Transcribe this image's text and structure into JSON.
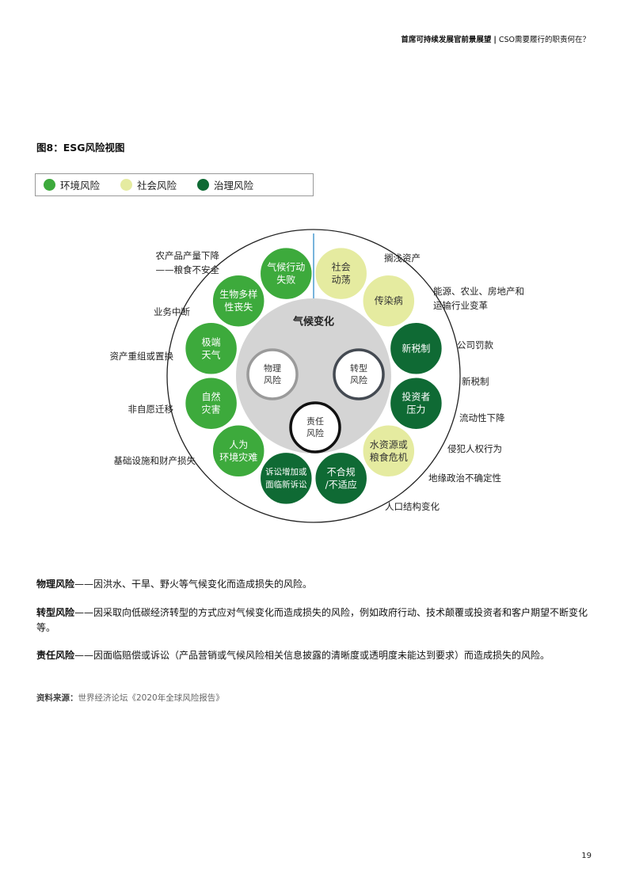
{
  "header": {
    "left": "首席可持续发展官前景展望",
    "sep": "|",
    "right": "CSO需要履行的职责何在？"
  },
  "figure": {
    "title": "图8：ESG风险视图",
    "legend": [
      {
        "label": "环境风险",
        "color": "#3daa3c"
      },
      {
        "label": "社会风险",
        "color": "#e5eba0"
      },
      {
        "label": "治理风险",
        "color": "#0f6a34"
      }
    ],
    "center": {
      "title": "气候变化",
      "physical": [
        "物理",
        "风险"
      ],
      "transition": [
        "转型",
        "风险"
      ],
      "liability": [
        "责任",
        "风险"
      ]
    },
    "ring": [
      {
        "lines": [
          "气候行动",
          "失败"
        ],
        "type": "env"
      },
      {
        "lines": [
          "社会",
          "动荡"
        ],
        "type": "soc"
      },
      {
        "lines": [
          "传染病"
        ],
        "type": "soc"
      },
      {
        "lines": [
          "新税制"
        ],
        "type": "gov"
      },
      {
        "lines": [
          "投资者",
          "压力"
        ],
        "type": "gov"
      },
      {
        "lines": [
          "水资源或",
          "粮食危机"
        ],
        "type": "soc"
      },
      {
        "lines": [
          "不合规",
          "/不适应"
        ],
        "type": "gov"
      },
      {
        "lines": [
          "诉讼增加或",
          "面临新诉讼"
        ],
        "type": "gov"
      },
      {
        "lines": [
          "人为",
          "环境灾难"
        ],
        "type": "env"
      },
      {
        "lines": [
          "自然",
          "灾害"
        ],
        "type": "env"
      },
      {
        "lines": [
          "极端",
          "天气"
        ],
        "type": "env"
      },
      {
        "lines": [
          "生物多样",
          "性丧失"
        ],
        "type": "env"
      }
    ],
    "outer_labels": [
      {
        "lines": [
          "农产品产量下降",
          "——粮食不安全"
        ]
      },
      {
        "lines": [
          "业务中断"
        ]
      },
      {
        "lines": [
          "资产重组或置换"
        ]
      },
      {
        "lines": [
          "非自愿迁移"
        ]
      },
      {
        "lines": [
          "基础设施和财产损失"
        ]
      },
      {
        "lines": [
          "搁浅资产"
        ]
      },
      {
        "lines": [
          "能源、农业、房地产和",
          "运输行业变革"
        ]
      },
      {
        "lines": [
          "公司罚款"
        ]
      },
      {
        "lines": [
          "新税制"
        ]
      },
      {
        "lines": [
          "流动性下降"
        ]
      },
      {
        "lines": [
          "侵犯人权行为"
        ]
      },
      {
        "lines": [
          "地缘政治不确定性"
        ]
      },
      {
        "lines": [
          "人口结构变化"
        ]
      }
    ]
  },
  "descriptions": {
    "physical": {
      "term": "物理风险",
      "text": "——因洪水、干旱、野火等气候变化而造成损失的风险。"
    },
    "transition": {
      "term": "转型风险",
      "text": "——因采取向低碳经济转型的方式应对气候变化而造成损失的风险，例如政府行动、技术颠覆或投资者和客户期望不断变化等。"
    },
    "liability": {
      "term": "责任风险",
      "text": "——因面临赔偿或诉讼（产品营销或气候风险相关信息披露的清晰度或透明度未能达到要求）而造成损失的风险。"
    }
  },
  "source": {
    "label": "资料来源：",
    "text": "世界经济论坛《2020年全球风险报告》"
  },
  "page_number": "19"
}
